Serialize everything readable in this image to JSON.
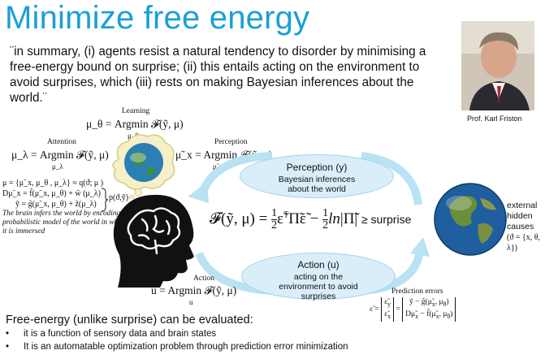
{
  "title": "Minimize free energy",
  "quote": "¨in summary, (i) agents resist a natural tendency to disorder by minimising a free-energy bound on surprise; (ii) this entails acting on the environment to avoid surprises, which (iii) rests on making Bayesian inferences about the world.¨",
  "photo_caption": "Prof. Karl Friston",
  "learning": {
    "label": "Learning",
    "eq": "μ_θ = Argmin 𝓕(ỹ, μ)",
    "sub": "μ_θ"
  },
  "attention": {
    "label": "Attention",
    "eq": "μ_λ = Argmin 𝓕(ỹ, μ)",
    "sub": "μ_λ"
  },
  "perception_eq": {
    "label": "Perception",
    "eq": "μ̃_x = Argmin 𝓕(ỹ, μ)",
    "sub": "μ̃_x"
  },
  "action_eq": {
    "label": "Action",
    "eq": "u = Argmin 𝓕(ỹ, μ)",
    "sub": "u"
  },
  "model": {
    "line1": "μ = {μ̃_x, μ_θ , μ_λ} ≈ q(ϑ; μ )",
    "line2": "Dμ̃_x = f̃(μ̃_x, μ_θ) + w̃ (μ_λ)",
    "line3": "ỹ = g̃(μ̃_x, μ_θ) + z̃(μ_λ)",
    "p": "p(ϑ,ỹ)"
  },
  "brain_note": "The brain infers the world by encoding a probabilistic model of the world in which it is immersed",
  "perception_bubble": {
    "head": "Perception (y)",
    "body": "Bayesian inferences about the world"
  },
  "action_bubble": {
    "head": "Action (u)",
    "body": "acting on the environment to avoid surprises"
  },
  "center_eq": {
    "lhs": "𝓕(ỹ, μ) = ",
    "surprise": "≥ surprise"
  },
  "external": {
    "text": "external hidden causes",
    "vars": "(ϑ = {x, θ, λ})"
  },
  "prediction": {
    "label": "Prediction errors"
  },
  "bottom": {
    "heading": "Free-energy (unlike surprise) can be evaluated:",
    "bullets": [
      "it is a function of sensory data and brain states",
      "It is an automatable optimization problem through prediction error minimization"
    ]
  },
  "colors": {
    "title": "#1a9fd8",
    "bubble_fill": "#d9eef8",
    "bubble_stroke": "#9fd3ea",
    "arrow": "#b9e2f3"
  }
}
